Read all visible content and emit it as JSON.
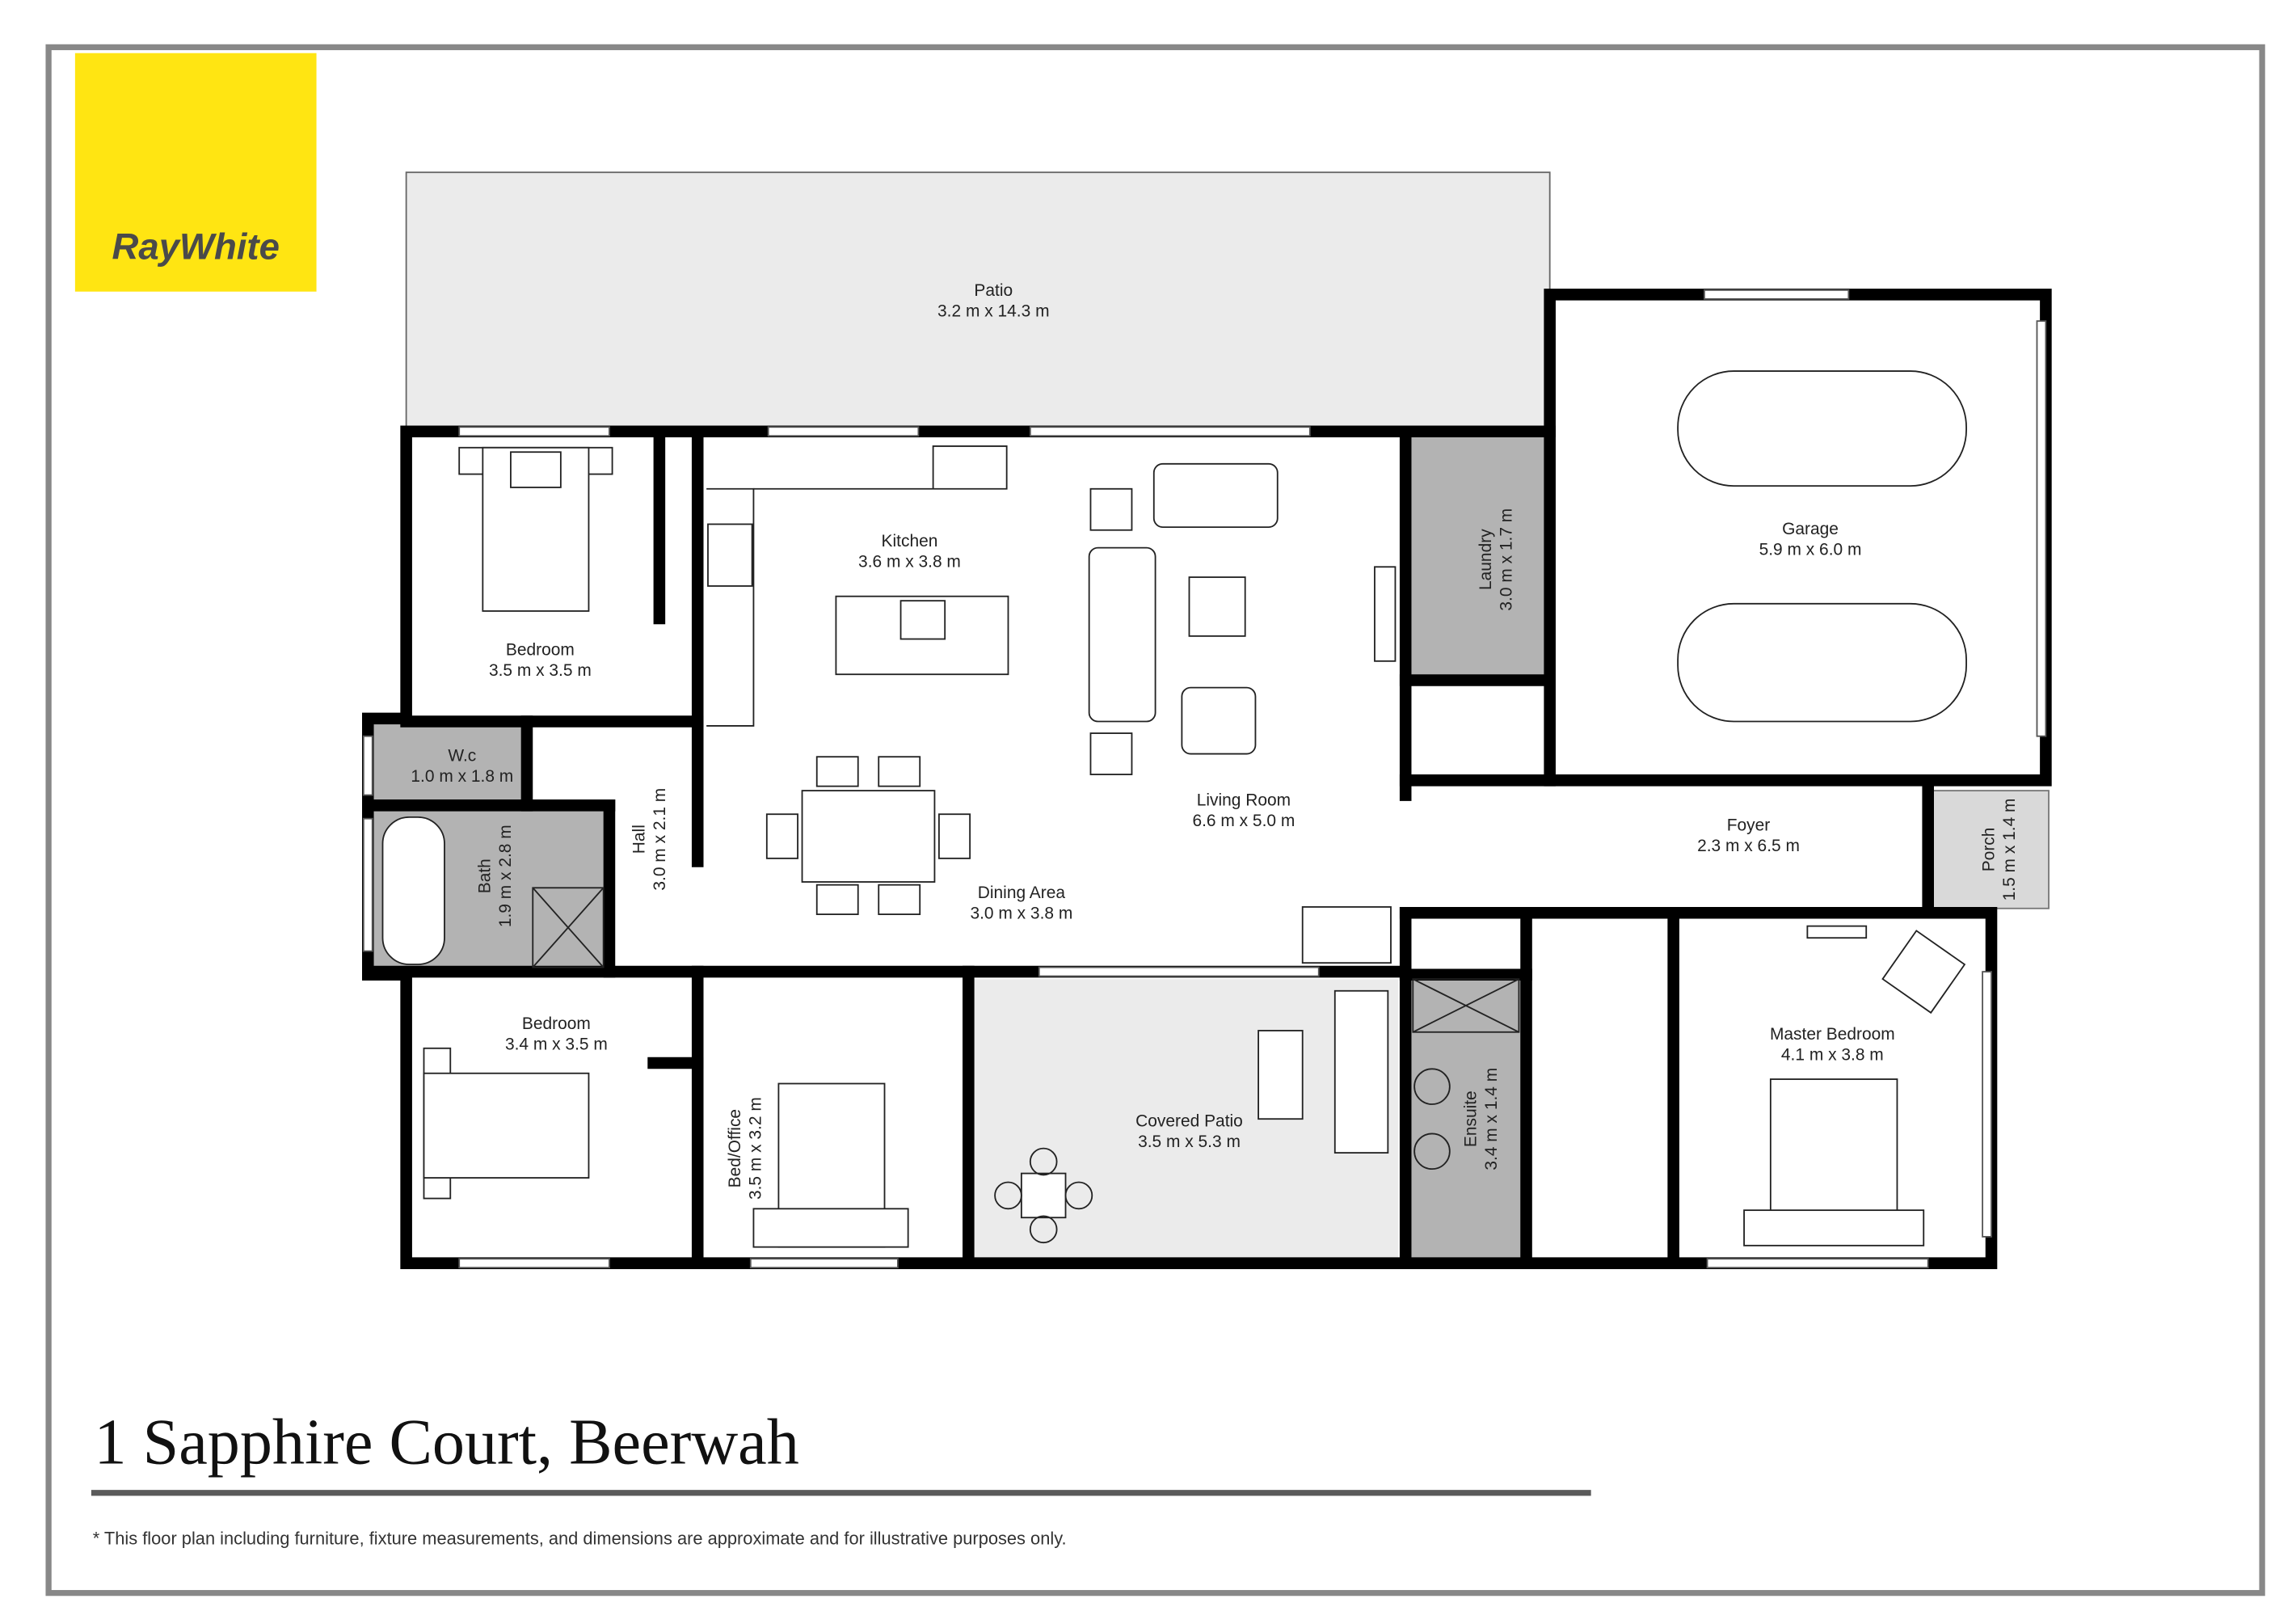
{
  "brand": {
    "logo_text": "RayWhite",
    "logo_color": "#FFE512"
  },
  "rooms": {
    "patio": {
      "name": "Patio",
      "dims": "3.2 m x 14.3 m"
    },
    "garage": {
      "name": "Garage",
      "dims": "5.9 m x 6.0 m"
    },
    "kitchen": {
      "name": "Kitchen",
      "dims": "3.6 m x 3.8 m"
    },
    "laundry": {
      "name": "Laundry",
      "dims": "3.0 m x 1.7 m"
    },
    "bedroom1": {
      "name": "Bedroom",
      "dims": "3.5 m x 3.5 m"
    },
    "wc": {
      "name": "W.c",
      "dims": "1.0 m x 1.8 m"
    },
    "bath": {
      "name": "Bath",
      "dims": "1.9 m x 2.8 m"
    },
    "hall": {
      "name": "Hall",
      "dims": "3.0 m x 2.1 m"
    },
    "living": {
      "name": "Living Room",
      "dims": "6.6 m x 5.0 m"
    },
    "dining": {
      "name": "Dining Area",
      "dims": "3.0 m x 3.8 m"
    },
    "foyer": {
      "name": "Foyer",
      "dims": "2.3 m x 6.5 m"
    },
    "porch": {
      "name": "Porch",
      "dims": "1.5 m x 1.4 m"
    },
    "bedroom2": {
      "name": "Bedroom",
      "dims": "3.4 m x 3.5 m"
    },
    "bed_office": {
      "name": "Bed/Office",
      "dims": "3.5 m x 3.2 m"
    },
    "covered_patio": {
      "name": "Covered Patio",
      "dims": "3.5 m x 5.3 m"
    },
    "ensuite": {
      "name": "Ensuite",
      "dims": "3.4 m x 1.4 m"
    },
    "master": {
      "name": "Master Bedroom",
      "dims": "4.1 m x 3.8 m"
    }
  },
  "footer": {
    "address": "1 Sapphire Court, Beerwah",
    "disclaimer": "* This floor plan including furniture, fixture measurements, and dimensions are approximate and for illustrative purposes only."
  }
}
